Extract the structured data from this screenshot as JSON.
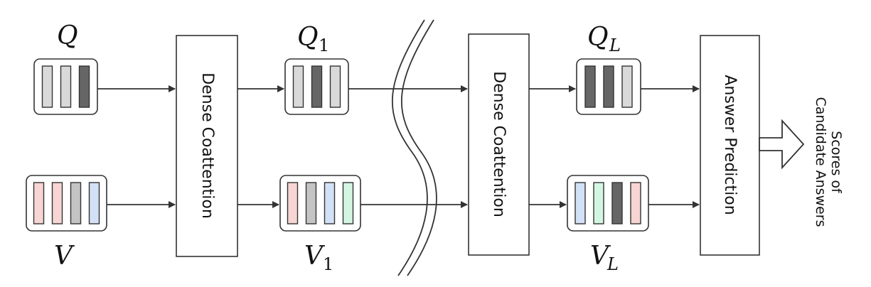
{
  "labels": {
    "q": {
      "base": "Q",
      "sub": ""
    },
    "v": {
      "base": "V",
      "sub": ""
    },
    "q1": {
      "base": "Q",
      "sub": "1"
    },
    "v1": {
      "base": "V",
      "sub": "1"
    },
    "ql": {
      "base": "Q",
      "sub": "L"
    },
    "vl": {
      "base": "V",
      "sub": "L"
    }
  },
  "blocks": {
    "coattention_1": "Dense Coattention",
    "coattention_2": "Dense Coattention",
    "answer_prediction": "Answer Prediction"
  },
  "output": {
    "line1": "Scores of",
    "line2": "Candidate Answers"
  },
  "colors": {
    "light_gray": "#d9d9d9",
    "dark_gray": "#666666",
    "mid_gray": "#c4c4c4",
    "pink": "#f6d5d3",
    "blue": "#d3e1f6",
    "green": "#d3f6e3"
  },
  "vectors": {
    "q": [
      "light_gray",
      "light_gray",
      "dark_gray"
    ],
    "v": [
      "pink",
      "pink",
      "mid_gray",
      "blue"
    ],
    "q1": [
      "light_gray",
      "dark_gray",
      "light_gray"
    ],
    "v1": [
      "pink",
      "mid_gray",
      "blue",
      "green"
    ],
    "ql": [
      "dark_gray",
      "dark_gray",
      "light_gray"
    ],
    "vl": [
      "blue",
      "green",
      "dark_gray",
      "pink"
    ]
  }
}
